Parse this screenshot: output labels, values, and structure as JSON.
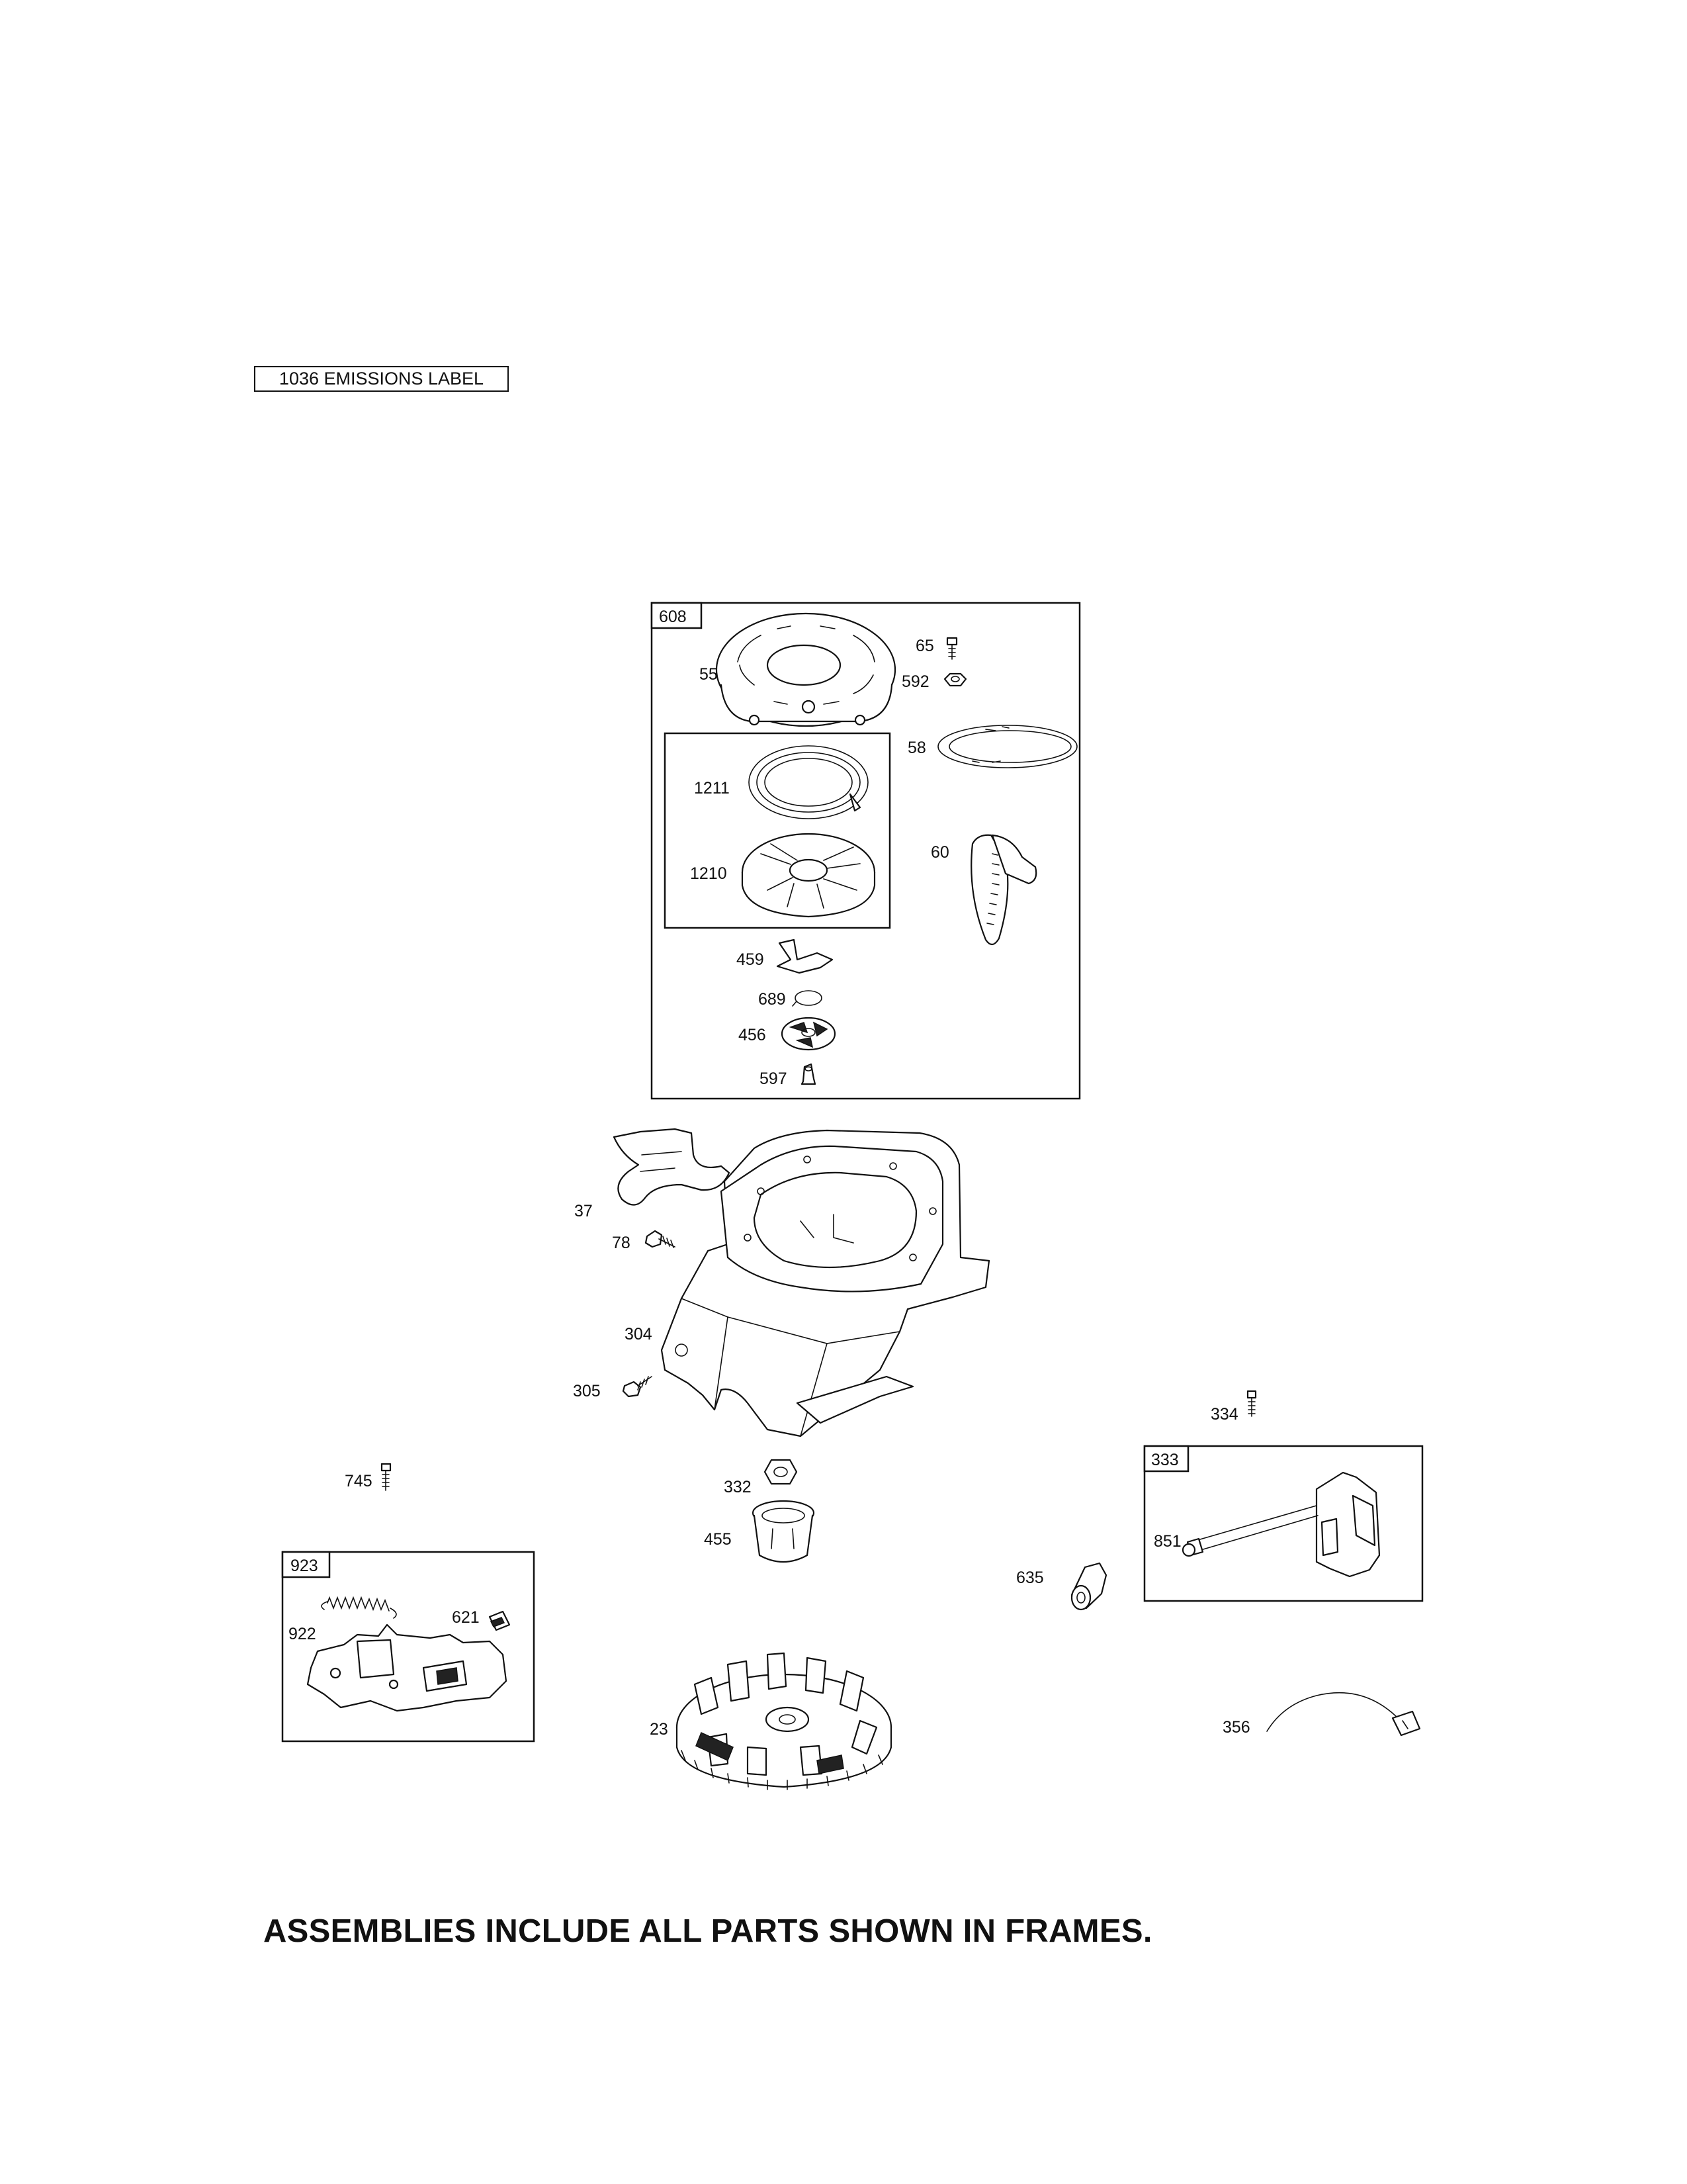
{
  "emissions_label": "1036 EMISSIONS LABEL",
  "footer_note": "ASSEMBLIES INCLUDE ALL PARTS SHOWN IN FRAMES.",
  "frames": {
    "starter_assembly": "608",
    "pulley_subassembly": "",
    "ignition_assembly": "333",
    "governor_assembly": "923"
  },
  "callouts": {
    "p55": "55",
    "p65": "65",
    "p592": "592",
    "p58": "58",
    "p1211": "1211",
    "p1210": "1210",
    "p60": "60",
    "p459": "459",
    "p689": "689",
    "p456": "456",
    "p597": "597",
    "p37": "37",
    "p78": "78",
    "p304": "304",
    "p305": "305",
    "p334": "334",
    "p851": "851",
    "p635": "635",
    "p356": "356",
    "p745": "745",
    "p332": "332",
    "p455": "455",
    "p23": "23",
    "p922": "922",
    "p621": "621"
  }
}
